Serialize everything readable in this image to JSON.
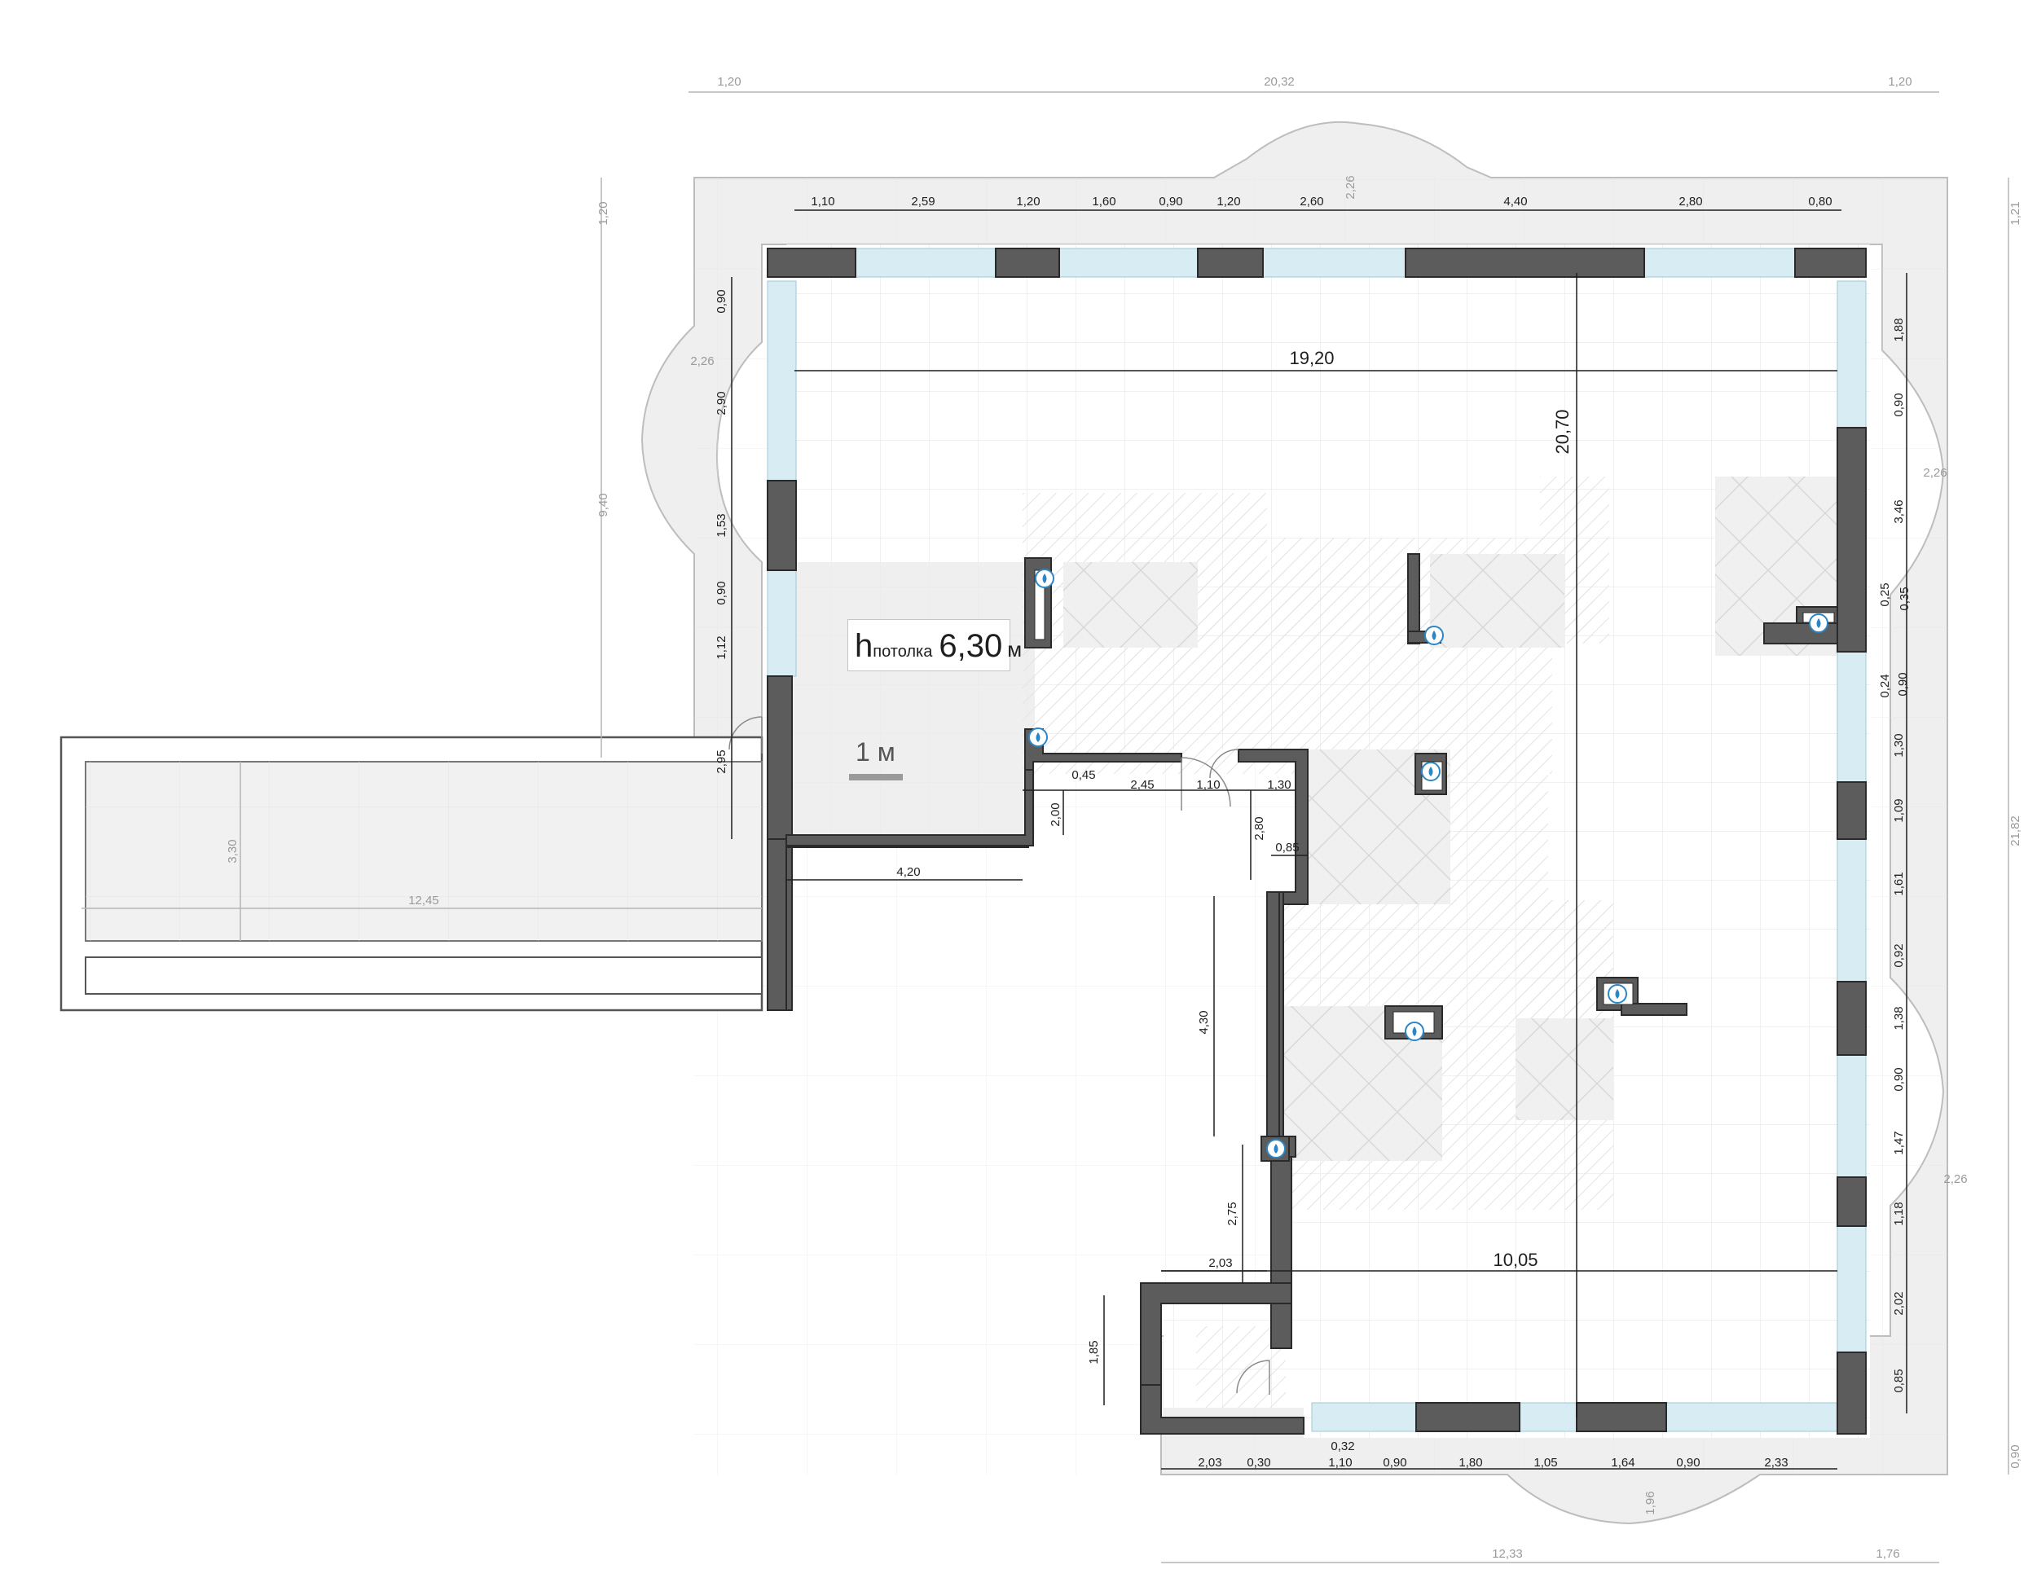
{
  "ceiling": {
    "h_letter": "h",
    "subscript": "потолка",
    "value": "6,30",
    "unit": "м"
  },
  "scale_label": "1 м",
  "dims": {
    "top_total": "20,32",
    "top_left": "1,20",
    "top_right": "1,20",
    "top_terrace": "2,26",
    "top_segments": [
      "1,10",
      "2,59",
      "1,20",
      "1,60",
      "0,90",
      "1,20",
      "2,60",
      "4,40",
      "2,80",
      "0,80"
    ],
    "inner_width": "19,20",
    "inner_height": "20,70",
    "left_segments": [
      "0,90",
      "2,90",
      "1,53",
      "0,90",
      "1,12",
      "2,95"
    ],
    "left_outer_top": "1,20",
    "left_outer_mid": "9,40",
    "left_terrace": "2,26",
    "balcony_len": "12,45",
    "balcony_depth": "3,30",
    "right_segments": [
      "1,88",
      "0,90",
      "3,46",
      "0,25",
      "0,35",
      "0,24",
      "0,90",
      "1,30",
      "1,09",
      "1,61",
      "0,92",
      "1,38",
      "0,90",
      "1,47",
      "1,18",
      "2,02",
      "0,85"
    ],
    "right_outer_top": "1,21",
    "right_outer_mid": "21,82",
    "right_outer_bot": "0,90",
    "right_terrace_top": "2,26",
    "right_terrace_bot": "2,26",
    "corridor_045": "0,45",
    "corridor_245": "2,45",
    "corridor_110": "1,10",
    "corridor_130": "1,30",
    "corridor_200": "2,00",
    "corridor_280": "2,80",
    "corridor_085": "0,85",
    "wall_420": "4,20",
    "wall_430": "4,30",
    "wall_275": "2,75",
    "wall_203": "2,03",
    "wall_1005": "10,05",
    "wall_185": "1,85",
    "bottom_032": "0,32",
    "bottom_segments": [
      "2,03",
      "0,30",
      "1,10",
      "0,90",
      "1,80",
      "1,05",
      "1,64",
      "0,90",
      "2,33"
    ],
    "bottom_outer": "12,33",
    "bottom_outer_right": "1,76",
    "bottom_terrace": "1,96"
  },
  "colors": {
    "wall": "#5c5c5c",
    "window": "#d7ecf2",
    "terrace": "#efefef",
    "floor_grid": "#eeeeee",
    "hatch": "#e8e8e8",
    "water_icon": "#2b86c5"
  }
}
